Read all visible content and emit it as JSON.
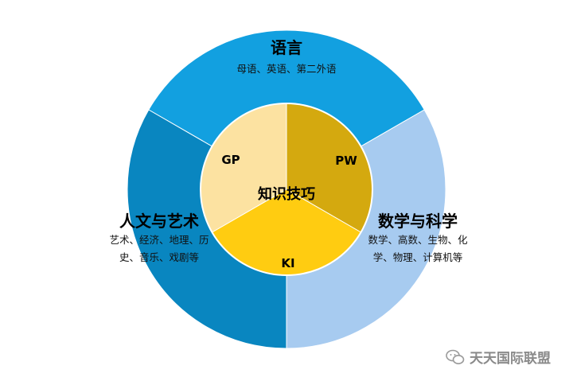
{
  "diagram": {
    "outer_ring": [
      {
        "key": "language",
        "title": "语言",
        "lines": [
          "母语、英语、第二外语"
        ],
        "color": "#12A0E0"
      },
      {
        "key": "math_science",
        "title": "数学与科学",
        "lines": [
          "数学、高数、生物、化",
          "学、物理、计算机等"
        ],
        "color": "#A7CBF0"
      },
      {
        "key": "humanities_arts",
        "title": "人文与艺术",
        "lines": [
          "艺术、经济、地理、历",
          "史、音乐、戏剧等"
        ],
        "color": "#0986C0"
      }
    ],
    "inner_ring": [
      {
        "key": "pw",
        "label": "PW",
        "color": "#D4A90F"
      },
      {
        "key": "ki",
        "label": "KI",
        "color": "#FFCC11"
      },
      {
        "key": "gp",
        "label": "GP",
        "color": "#FCE2A1"
      }
    ],
    "center": {
      "label": "知识技巧"
    }
  },
  "watermark": {
    "text": "天天国际联盟",
    "icon": "wechat-icon"
  }
}
